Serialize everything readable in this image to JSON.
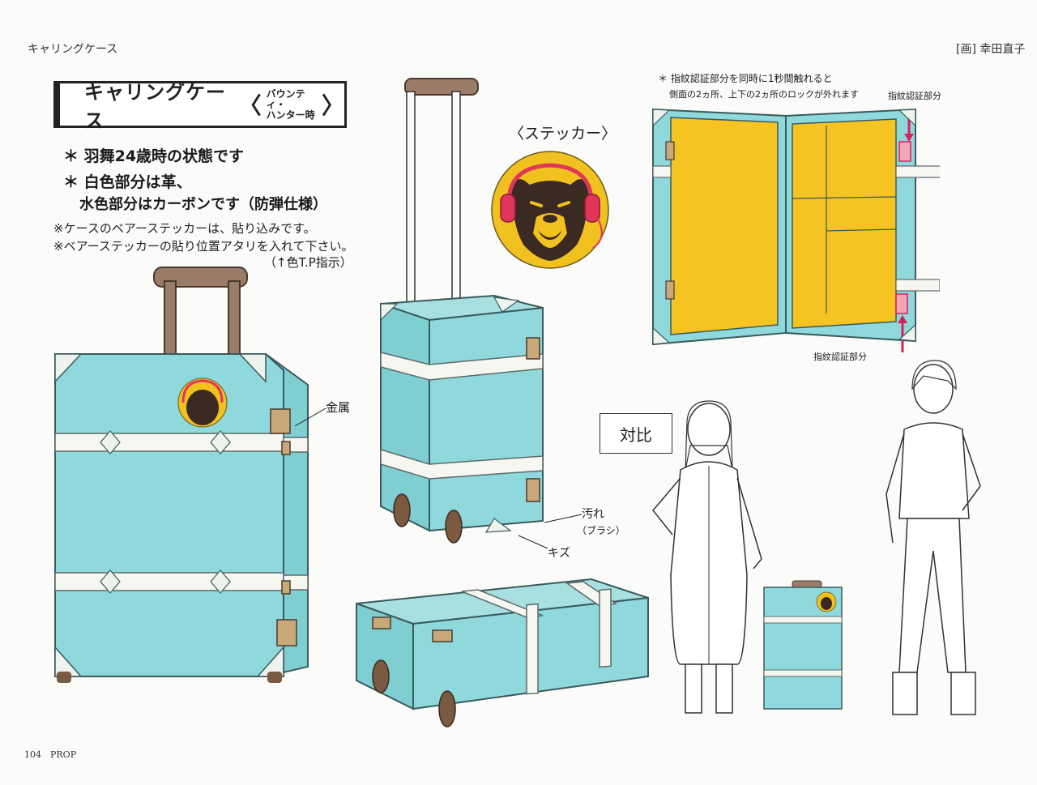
{
  "header": {
    "section_title": "キャリングケース",
    "credit": "[画] 幸田直子"
  },
  "title_box": {
    "main": "キャリングケース",
    "sub_line1": "バウンティ・",
    "sub_line2": "ハンター時",
    "bracket_open": "〈",
    "bracket_close": "〉"
  },
  "notes": {
    "line1": "＊ 羽舞24歳時の状態です",
    "line2": "＊ 白色部分は革、",
    "line3": "水色部分はカーボンです（防弾仕様）",
    "line4": "※ケースのベアーステッカーは、貼り込みです。",
    "line5": "※ベアーステッカーの貼り位置アタリを入れて下さい。",
    "line6": "（↑色T.P指示）"
  },
  "sticker": {
    "label": "〈ステッカー〉"
  },
  "callouts": {
    "metal": "金属",
    "dirt": "汚れ",
    "brush": "（ブラシ）",
    "scratch": "キズ"
  },
  "open_case": {
    "note": "＊ 指紋認証部分を同時に1秒間触れると",
    "note2": "側面の2ヵ所、上下の2ヵ所のロックが外れます",
    "fingerprint_top": "指紋認証部分",
    "fingerprint_bottom": "指紋認証部分"
  },
  "comparison": {
    "label": "対比"
  },
  "footer": {
    "page": "104",
    "section": "PROP"
  },
  "colors": {
    "case_body": "#8fd9dc",
    "case_outline": "#3a5a5c",
    "strap": "#f7f7f2",
    "handle": "#9a7c68",
    "interior": "#f5c322",
    "sticker_bg": "#f1c21f",
    "bear": "#3b2a22",
    "headphone": "#e0365a",
    "accent_pink": "#d8205a"
  }
}
